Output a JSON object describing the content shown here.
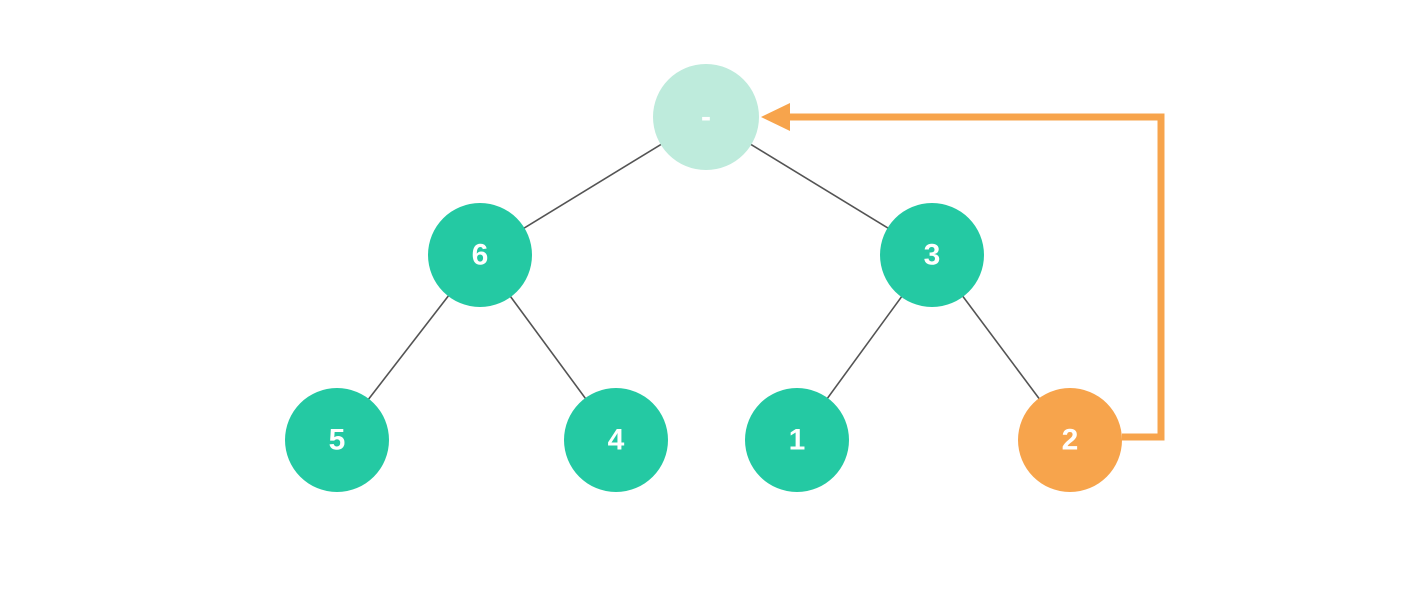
{
  "colors": {
    "background": "#FFFFFF",
    "node_default": "#24C9A3",
    "node_visited": "#BEEBDC",
    "node_active": "#F7A44C",
    "edge": "#545454",
    "arrow": "#F7A44C",
    "node_label": "#FFFFFF"
  },
  "tree": {
    "nodes": [
      {
        "id": "root",
        "label": "-",
        "state": "visited",
        "color": "#BEEBDC"
      },
      {
        "id": "6",
        "label": "6",
        "state": "default",
        "color": "#24C9A3"
      },
      {
        "id": "3",
        "label": "3",
        "state": "default",
        "color": "#24C9A3"
      },
      {
        "id": "5",
        "label": "5",
        "state": "default",
        "color": "#24C9A3"
      },
      {
        "id": "4",
        "label": "4",
        "state": "default",
        "color": "#24C9A3"
      },
      {
        "id": "1",
        "label": "1",
        "state": "default",
        "color": "#24C9A3"
      },
      {
        "id": "2",
        "label": "2",
        "state": "active",
        "color": "#F7A44C"
      }
    ],
    "edges": [
      {
        "from": "root",
        "to": "6"
      },
      {
        "from": "root",
        "to": "3"
      },
      {
        "from": "6",
        "to": "5"
      },
      {
        "from": "6",
        "to": "4"
      },
      {
        "from": "3",
        "to": "1"
      },
      {
        "from": "3",
        "to": "2"
      }
    ],
    "arrow": {
      "from": "2",
      "to": "root",
      "color": "#F7A44C"
    }
  }
}
